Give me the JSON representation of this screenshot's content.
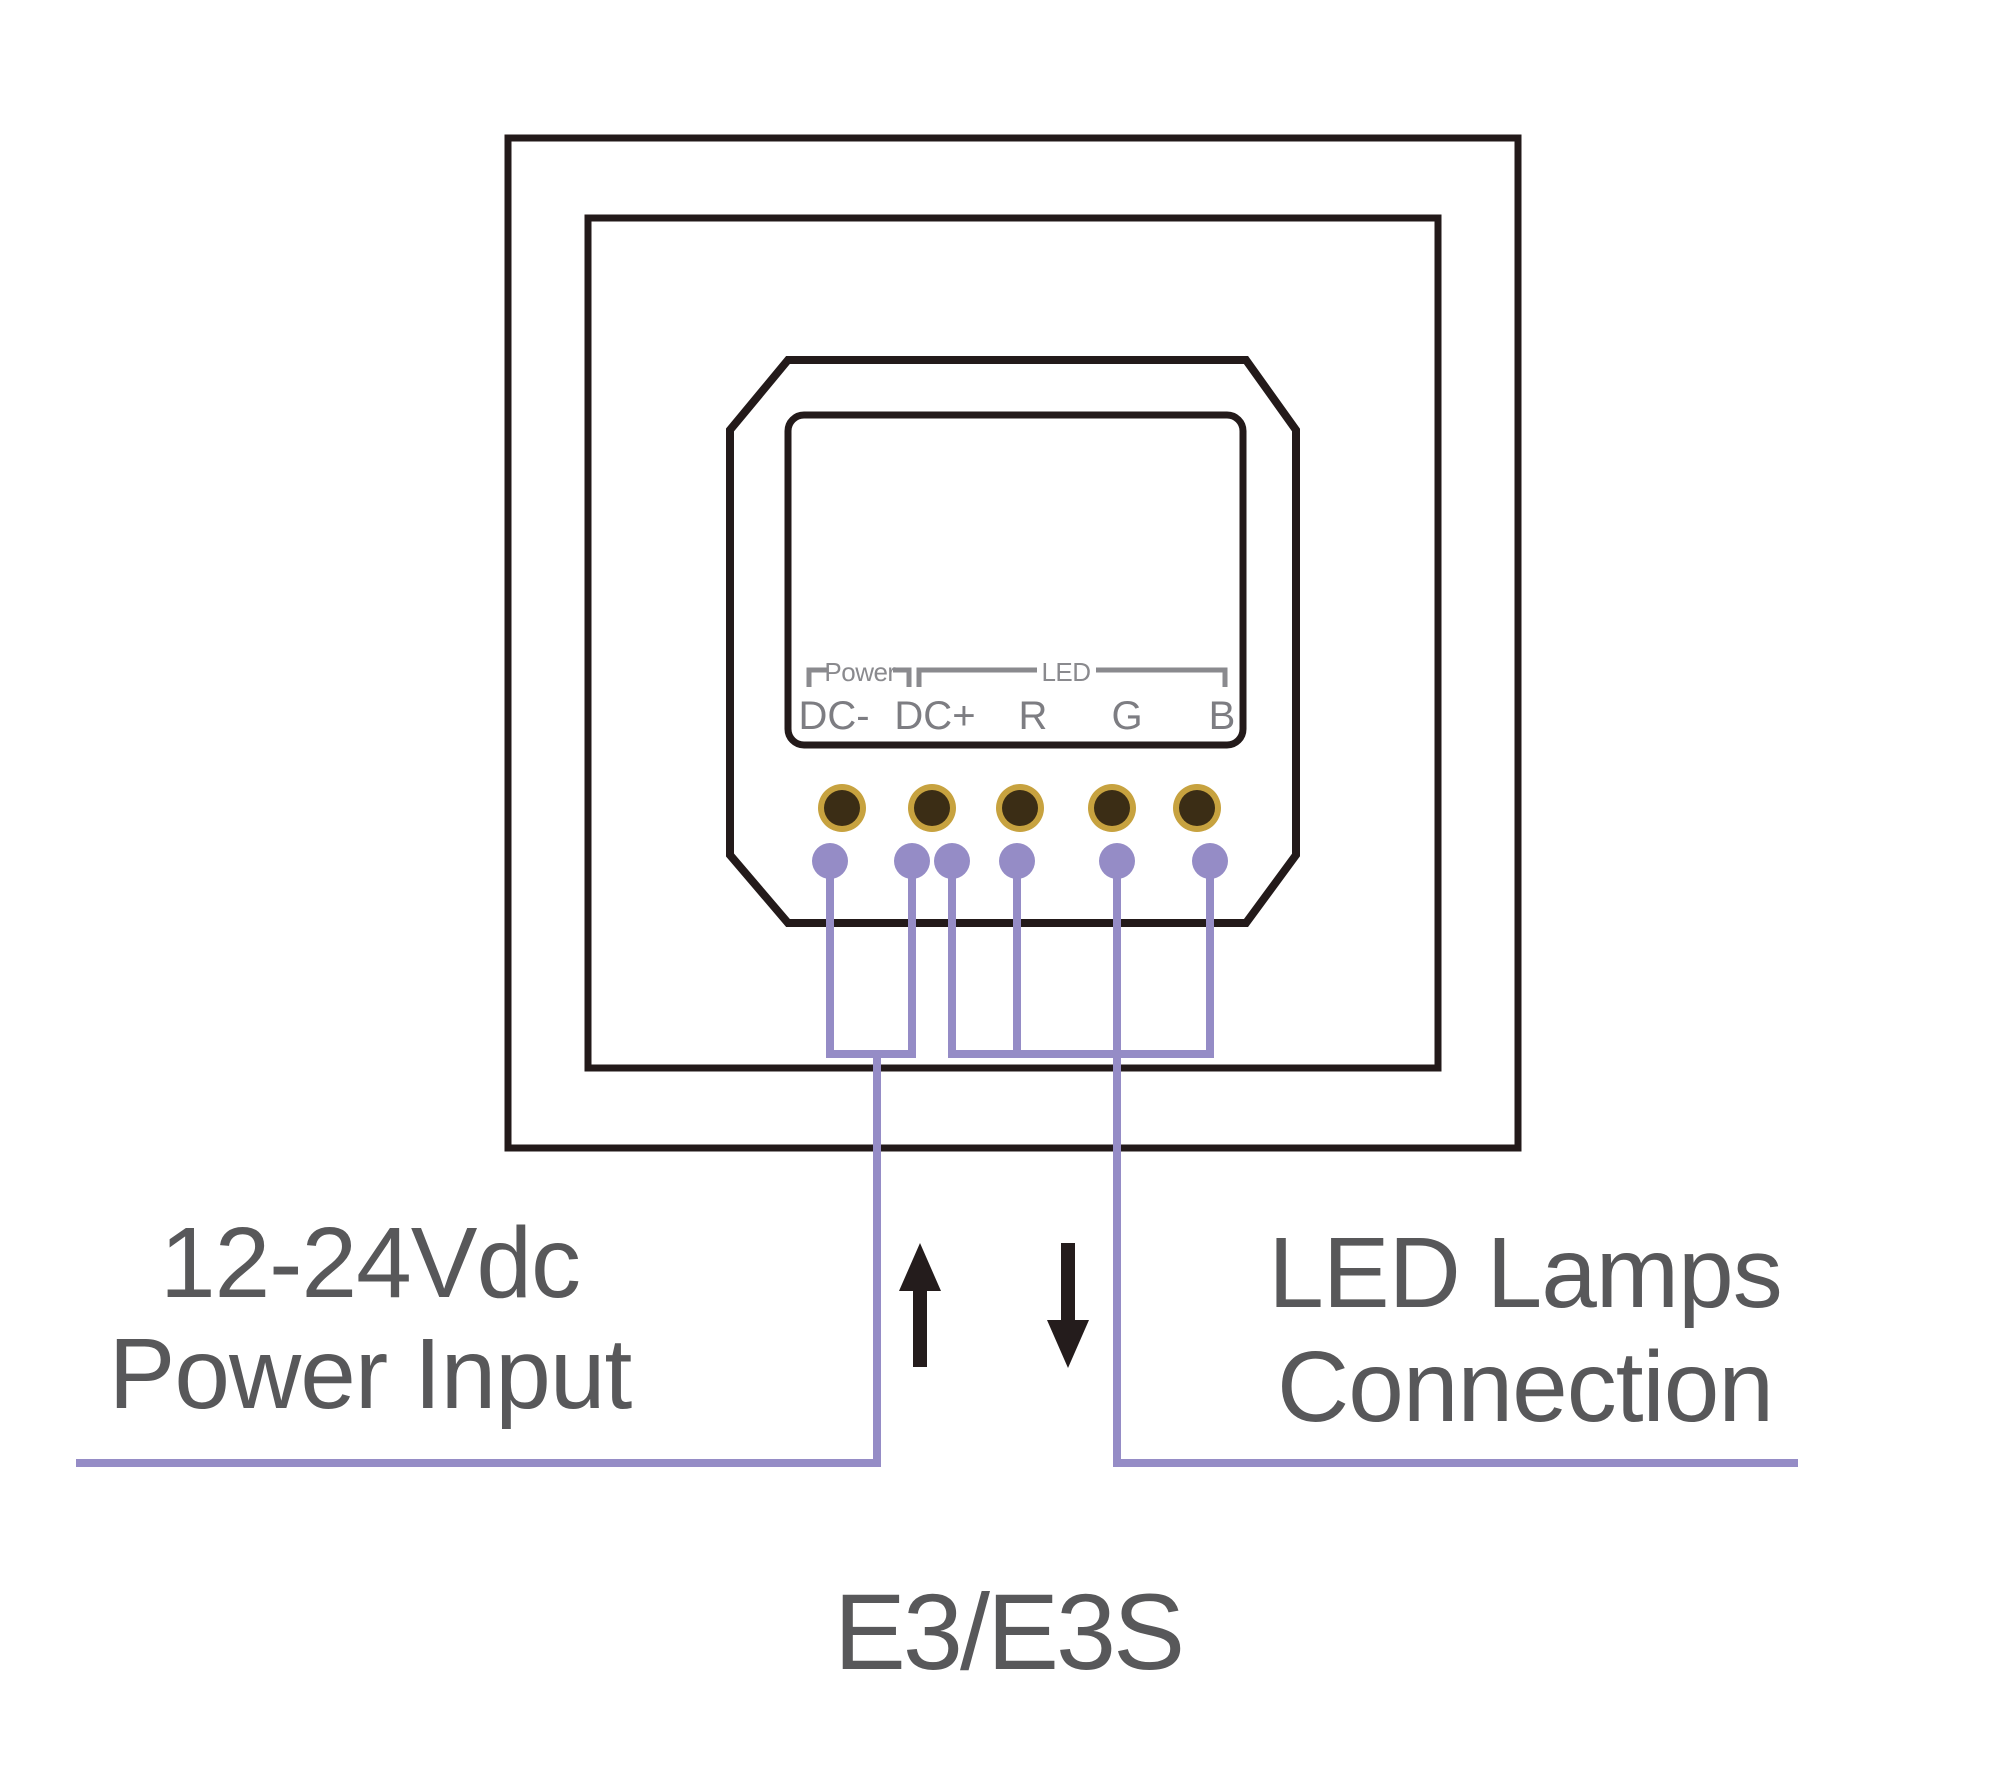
{
  "diagram": {
    "model": "E3/E3S",
    "annotations": {
      "power": {
        "line1": "12-24Vdc",
        "line2": "Power Input"
      },
      "led": {
        "line1": "LED Lamps",
        "line2": "Connection"
      }
    },
    "groups": {
      "power": {
        "label": "Power",
        "terminals": [
          "DC-",
          "DC+"
        ]
      },
      "led": {
        "label": "LED",
        "terminals": [
          "R",
          "G",
          "B"
        ]
      }
    },
    "colors": {
      "wire_purple": "#958CC6",
      "terminal_ring_gold": "#C7A23F",
      "terminal_core_brown": "#3B2D15",
      "outline_black": "#231A1A",
      "annotation_gray": "#58585A",
      "terminal_text_gray": "#7D7D82",
      "bracket_gray": "#8A8A8E",
      "arrow_black": "#241C1C"
    }
  }
}
